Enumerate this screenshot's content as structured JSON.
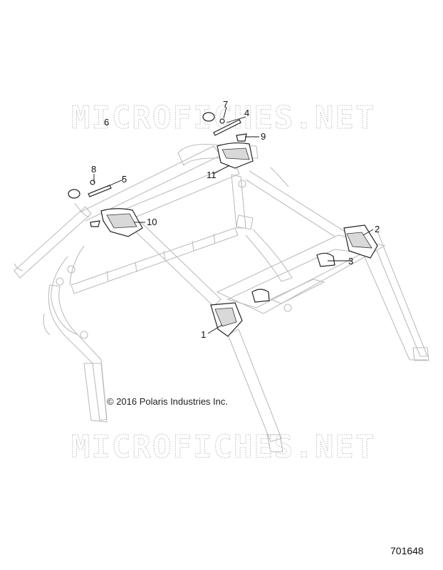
{
  "watermarks": [
    "MICROFICHES.NET",
    "MICROFICHES.NET"
  ],
  "copyright": "© 2016 Polaris Industries Inc.",
  "figure_number": "701648",
  "callouts": [
    {
      "id": "1",
      "label": "1"
    },
    {
      "id": "2",
      "label": "2"
    },
    {
      "id": "3",
      "label": "3"
    },
    {
      "id": "4",
      "label": "4"
    },
    {
      "id": "5",
      "label": "5"
    },
    {
      "id": "6",
      "label": "6"
    },
    {
      "id": "7",
      "label": "7"
    },
    {
      "id": "8",
      "label": "8"
    },
    {
      "id": "9",
      "label": "9"
    },
    {
      "id": "10",
      "label": "10"
    },
    {
      "id": "11",
      "label": "11"
    }
  ]
}
